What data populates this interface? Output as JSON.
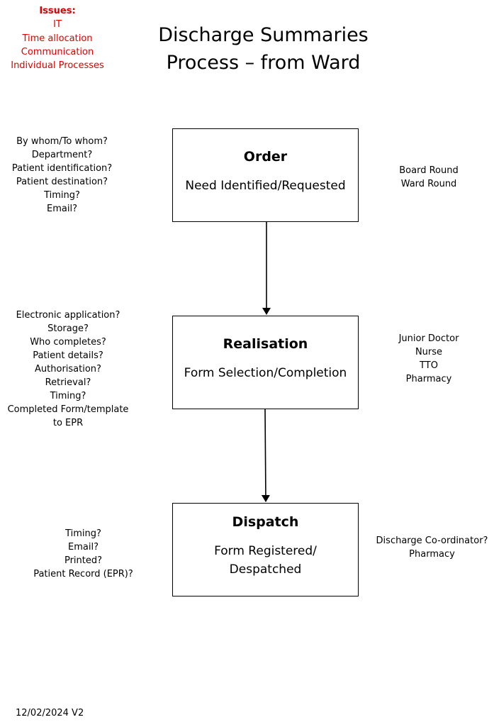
{
  "issues": {
    "heading": "Issues:",
    "items": [
      "IT",
      "Time allocation",
      "Communication",
      "Individual Processes"
    ],
    "color": "#e00000"
  },
  "title": [
    "Discharge Summaries",
    "Process – from Ward"
  ],
  "stages": [
    {
      "heading": "Order",
      "subtitle": [
        "Need Identified/Requested"
      ],
      "questions": [
        "By whom/To whom?",
        "Department?",
        "Patient identification?",
        "Patient destination?",
        "Timing?",
        "Email?"
      ],
      "roles": [
        "Board Round",
        "Ward Round"
      ]
    },
    {
      "heading": "Realisation",
      "subtitle": [
        "Form Selection/Completion"
      ],
      "questions": [
        "Electronic application?",
        "Storage?",
        "Who completes?",
        "Patient details?",
        "Authorisation?",
        "Retrieval?",
        "Timing?",
        "Completed Form/template",
        "to EPR"
      ],
      "roles": [
        "Junior Doctor",
        "Nurse",
        "TTO",
        "Pharmacy"
      ]
    },
    {
      "heading": "Dispatch",
      "subtitle": [
        "Form Registered/",
        "Despatched"
      ],
      "questions": [
        "Timing?",
        "Email?",
        "Printed?",
        "Patient Record (EPR)?"
      ],
      "roles": [
        "Discharge Co-ordinator?",
        "Pharmacy"
      ]
    }
  ],
  "footer": "12/02/2024 V2"
}
